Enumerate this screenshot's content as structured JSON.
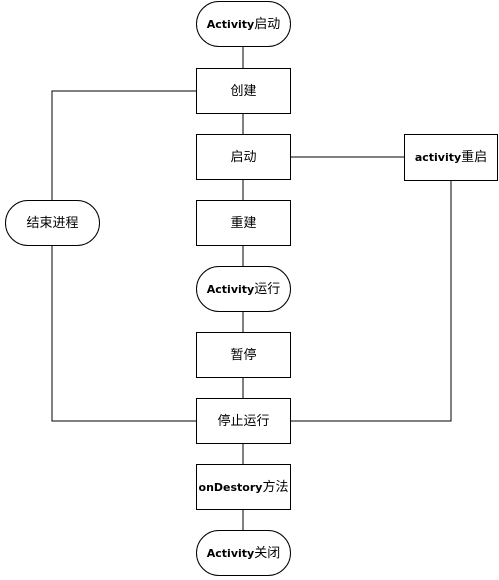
{
  "diagram": {
    "nodes": {
      "start": {
        "en": "Activity",
        "zh": "启动"
      },
      "create": {
        "label": "创建"
      },
      "startup": {
        "label": "启动"
      },
      "rebuild": {
        "label": "重建"
      },
      "running": {
        "en": "Activity",
        "zh": "运行"
      },
      "pause": {
        "label": "暂停"
      },
      "stop": {
        "label": "停止运行"
      },
      "destroy": {
        "en": "onDestory",
        "zh": "方法"
      },
      "close": {
        "en": "Activity",
        "zh": "关闭"
      },
      "kill": {
        "label": "结束进程"
      },
      "restart": {
        "en": "activity",
        "zh": "重启"
      }
    },
    "colors": {
      "stroke": "#000000",
      "fill": "#ffffff"
    }
  }
}
